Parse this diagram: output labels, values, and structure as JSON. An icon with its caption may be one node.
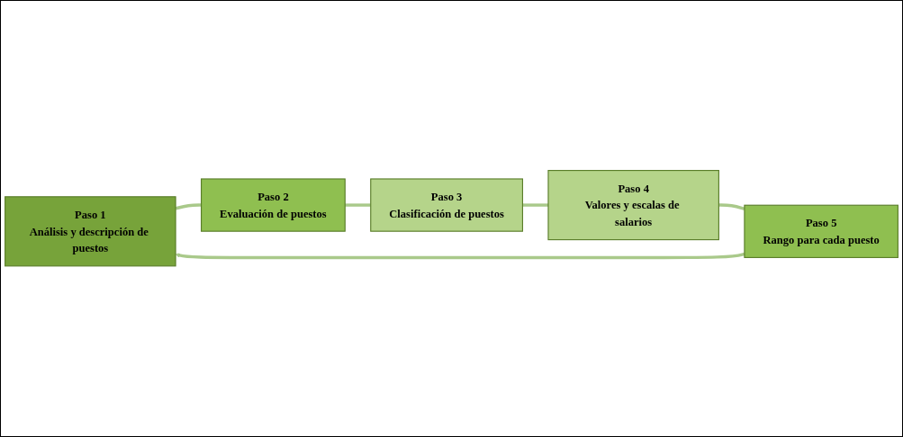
{
  "diagram": {
    "nodes": [
      {
        "text": [
          "Paso 1",
          "Análisis y descripción de puestos"
        ]
      },
      {
        "text": [
          "Paso 2",
          "Evaluación de puestos"
        ]
      },
      {
        "text": [
          "Paso 3",
          "Clasificación de puestos"
        ]
      },
      {
        "text": [
          "Paso 4",
          "Valores y escalas de salarios"
        ]
      },
      {
        "text": [
          "Paso 5",
          "Rango para cada puesto"
        ]
      }
    ],
    "edges": [
      {
        "from": 0,
        "to": 1,
        "arrow": "none"
      },
      {
        "from": 1,
        "to": 2,
        "arrow": "none"
      },
      {
        "from": 2,
        "to": 3,
        "arrow": "none"
      },
      {
        "from": 3,
        "to": 4,
        "arrow": "none"
      },
      {
        "from": 4,
        "to": 0,
        "arrow": "to"
      }
    ]
  }
}
